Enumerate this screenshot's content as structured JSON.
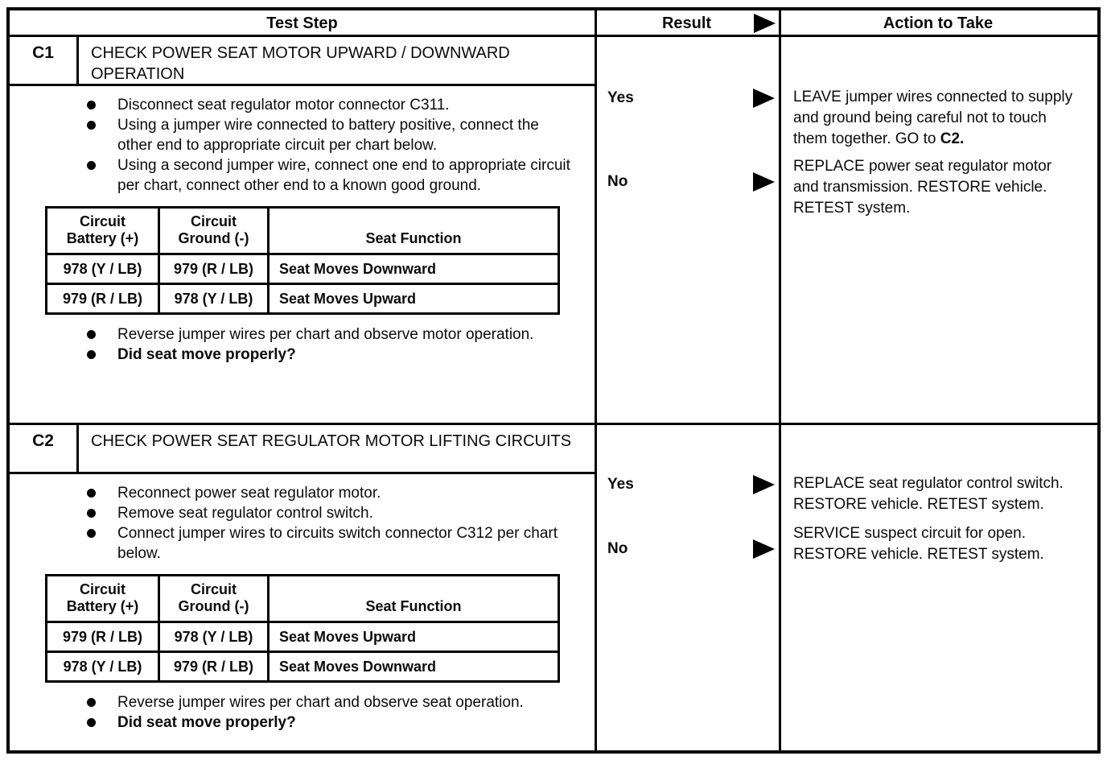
{
  "header": {
    "test_step": "Test Step",
    "result": "Result",
    "action": "Action to Take"
  },
  "colors": {
    "ink": "#000000",
    "paper": "#ffffff"
  },
  "icons": {
    "result_arrow": "right-triangle-icon",
    "bullet": "filled-circle"
  },
  "sections": [
    {
      "id": "C1",
      "title": "CHECK POWER SEAT MOTOR UPWARD / DOWNWARD OPERATION",
      "bullets": [
        "Disconnect seat regulator motor connector C311.",
        "Using a jumper wire connected to battery positive, connect the other end to appropriate circuit per chart below.",
        "Using a second jumper wire, connect one end to appropriate circuit per chart, connect other end to a known good ground."
      ],
      "chart": {
        "headers": [
          "Circuit Battery (+)",
          "Circuit Ground (-)",
          "Seat Function"
        ],
        "rows": [
          [
            "978 (Y / LB)",
            "979 (R / LB)",
            "Seat Moves Downward"
          ],
          [
            "979 (R / LB)",
            "978 (Y / LB)",
            "Seat Moves Upward"
          ]
        ]
      },
      "bullets_after": [
        "Reverse jumper wires per chart and observe motor operation."
      ],
      "question": "Did seat move properly?",
      "results": [
        {
          "label": "Yes"
        },
        {
          "label": "No"
        }
      ],
      "actions": [
        {
          "text": "LEAVE jumper wires connected to supply and ground being careful not to touch them together. GO to ",
          "bold_suffix": "C2."
        },
        {
          "text": "REPLACE power seat regulator motor and transmission. RESTORE vehicle. RETEST system.",
          "bold_suffix": ""
        }
      ]
    },
    {
      "id": "C2",
      "title": "CHECK POWER SEAT REGULATOR MOTOR LIFTING CIRCUITS",
      "bullets": [
        "Reconnect power seat regulator motor.",
        "Remove seat regulator control switch.",
        "Connect jumper wires to circuits switch connector C312 per chart below."
      ],
      "chart": {
        "headers": [
          "Circuit Battery (+)",
          "Circuit Ground (-)",
          "Seat Function"
        ],
        "rows": [
          [
            "979 (R / LB)",
            "978 (Y / LB)",
            "Seat Moves Upward"
          ],
          [
            "978 (Y / LB)",
            "979 (R / LB)",
            "Seat Moves Downward"
          ]
        ]
      },
      "bullets_after": [
        "Reverse jumper wires per chart and observe seat operation."
      ],
      "question": "Did seat move properly?",
      "results": [
        {
          "label": "Yes"
        },
        {
          "label": "No"
        }
      ],
      "actions": [
        {
          "text": "REPLACE seat regulator control switch. RESTORE vehicle. RETEST system.",
          "bold_suffix": ""
        },
        {
          "text": "SERVICE suspect circuit for open. RESTORE vehicle. RETEST system.",
          "bold_suffix": ""
        }
      ]
    }
  ]
}
